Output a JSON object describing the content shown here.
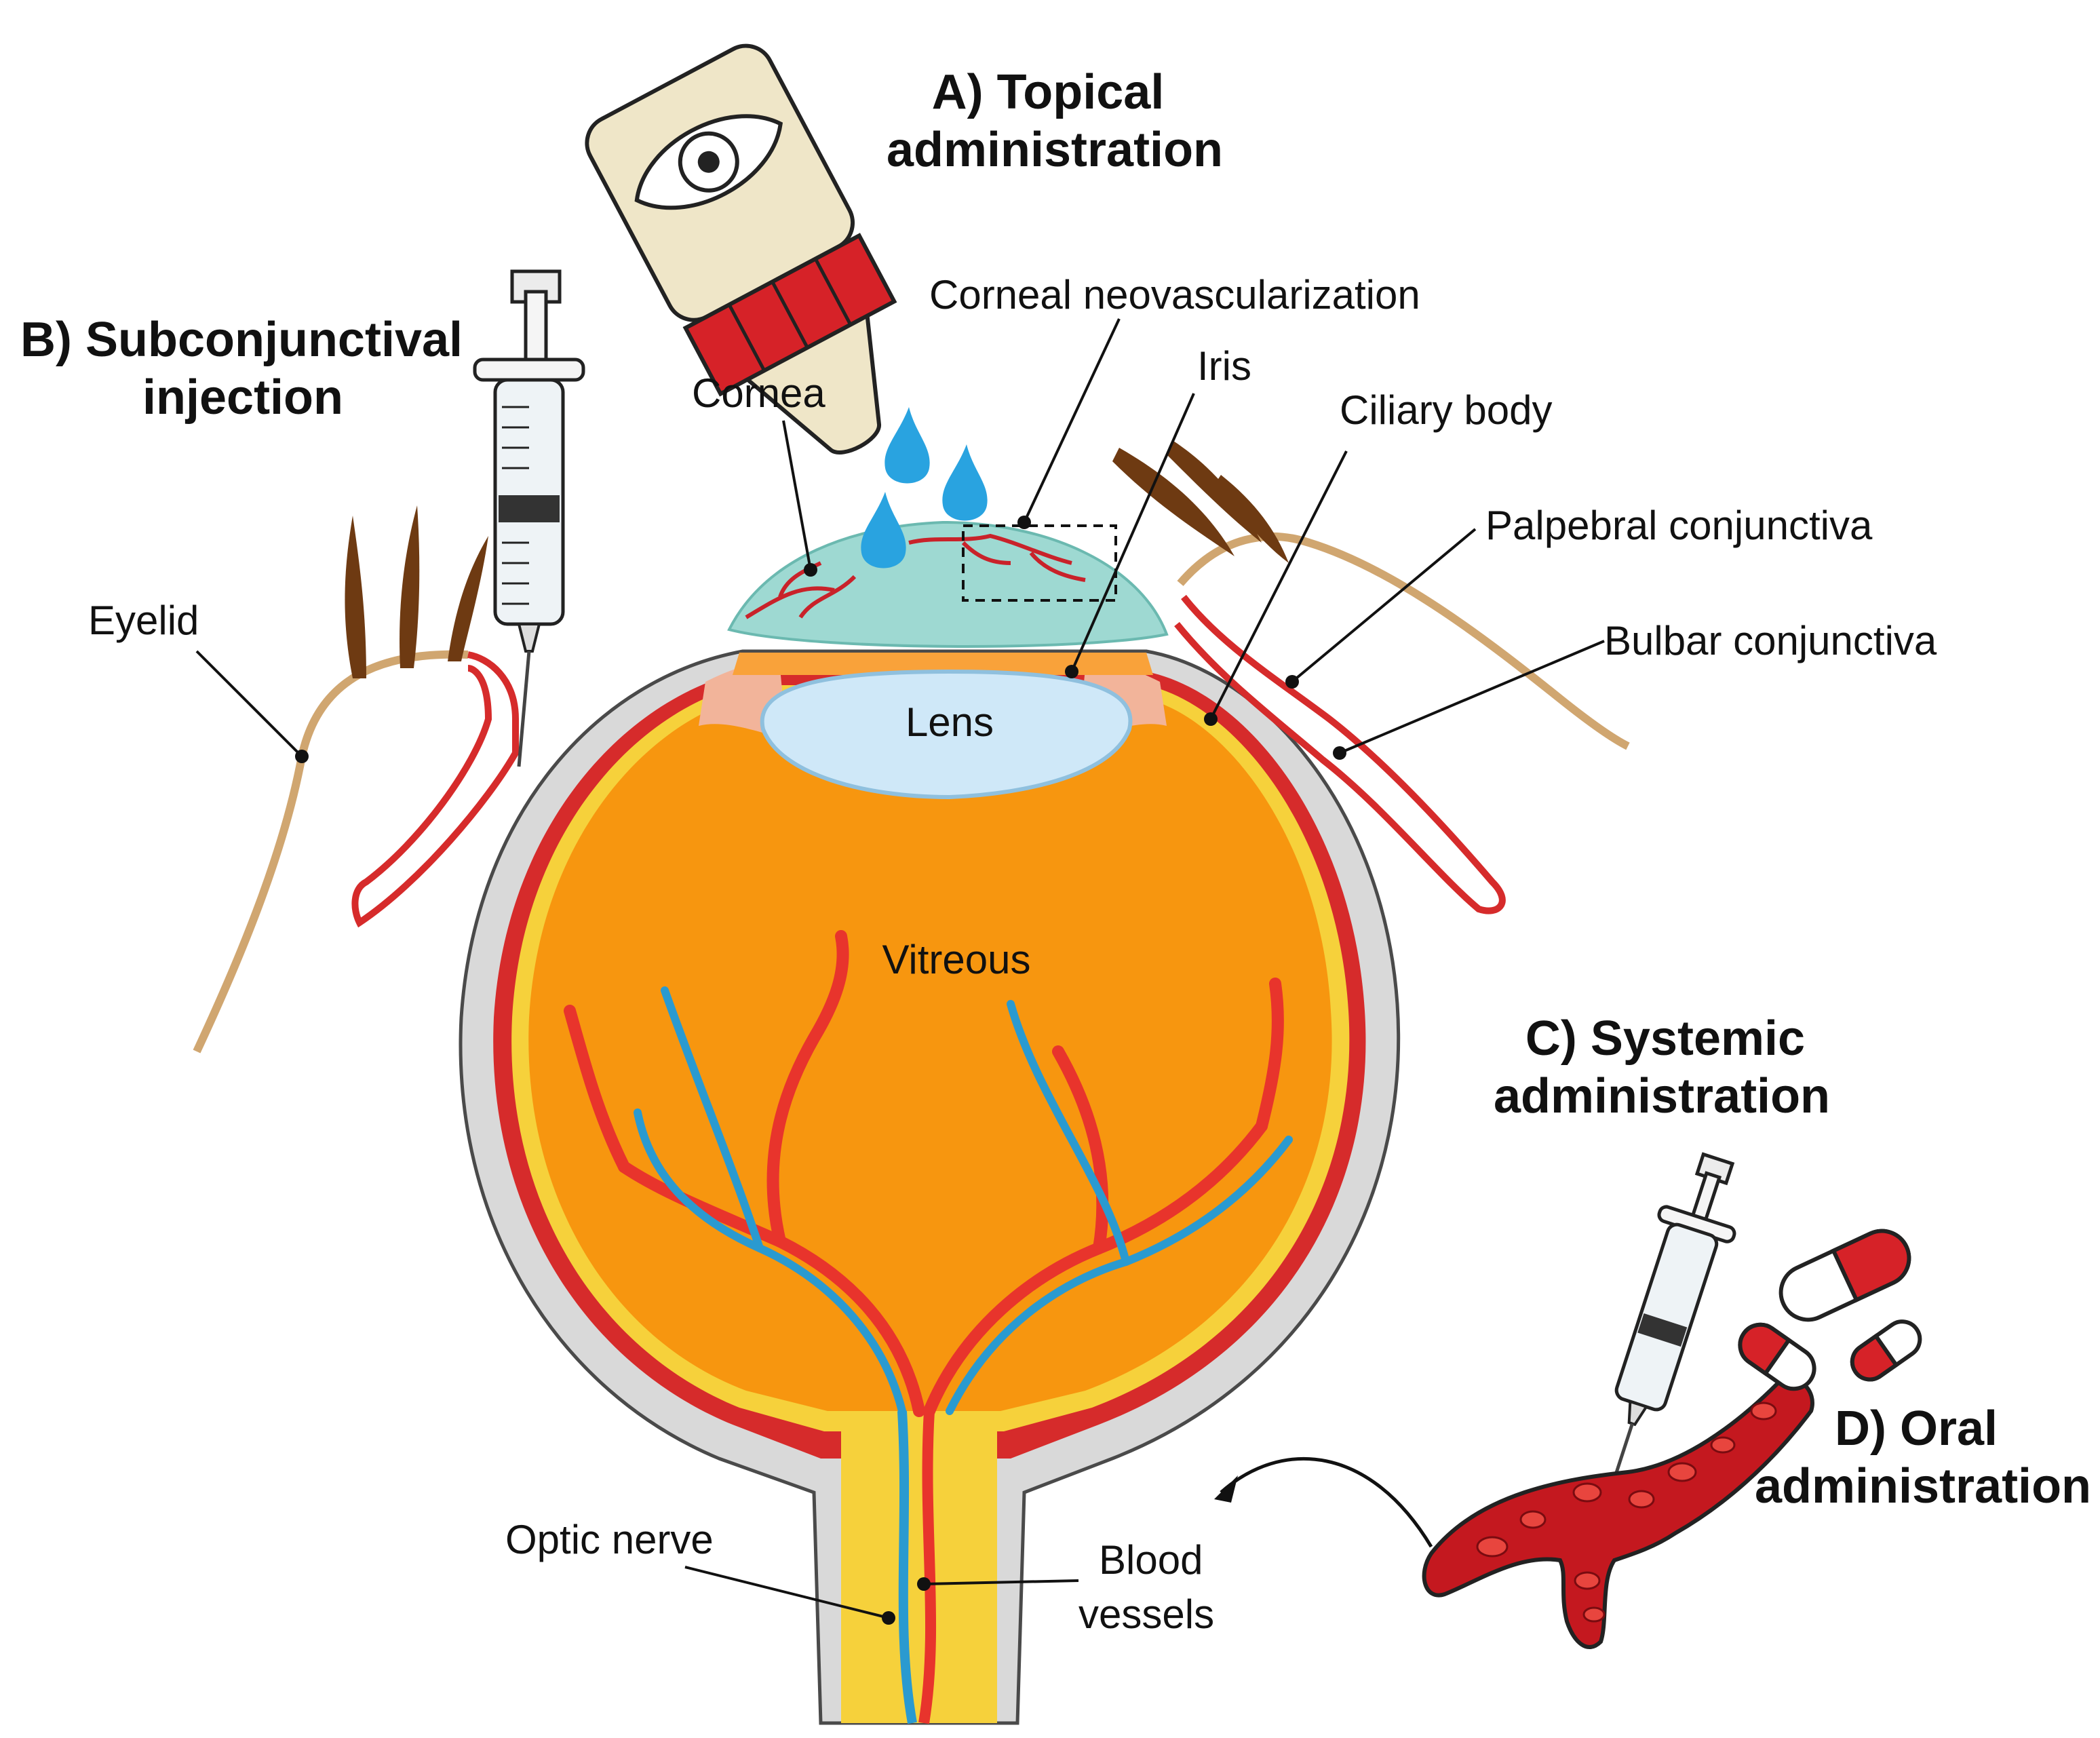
{
  "routes": {
    "topical_line1": "A) Topical",
    "topical_line2": "administration",
    "subconj_line1": "B) Subconjunctival",
    "subconj_line2": "injection",
    "systemic_line1": "C) Systemic",
    "systemic_line2": "administration",
    "oral_line1": "D) Oral",
    "oral_line2": "administration"
  },
  "labels": {
    "corneal_neovascularization": "Corneal neovascularization",
    "iris": "Iris",
    "ciliary_body": "Ciliary body",
    "cornea": "Cornea",
    "palpebral_conjunctiva": "Palpebral conjunctiva",
    "bulbar_conjunctiva": "Bulbar conjunctiva",
    "eyelid": "Eyelid",
    "lens": "Lens",
    "vitreous": "Vitreous",
    "optic_nerve": "Optic nerve",
    "blood_vessels_line1": "Blood",
    "blood_vessels_line2": "vessels"
  },
  "colors": {
    "sclera": "#d9d9d9",
    "choroid": "#d62b2b",
    "retina": "#f6d13b",
    "vitreous": "#f7960f",
    "cornea": "#9ed9d2",
    "lens": "#cfe8f8",
    "iris": "#f2b49a",
    "artery": "#e8342c",
    "vein": "#2a9ad0",
    "eyelid": "#d0a670",
    "lash": "#6e3a12",
    "cap_red": "#d62228",
    "bottle": "#efe6c8"
  }
}
